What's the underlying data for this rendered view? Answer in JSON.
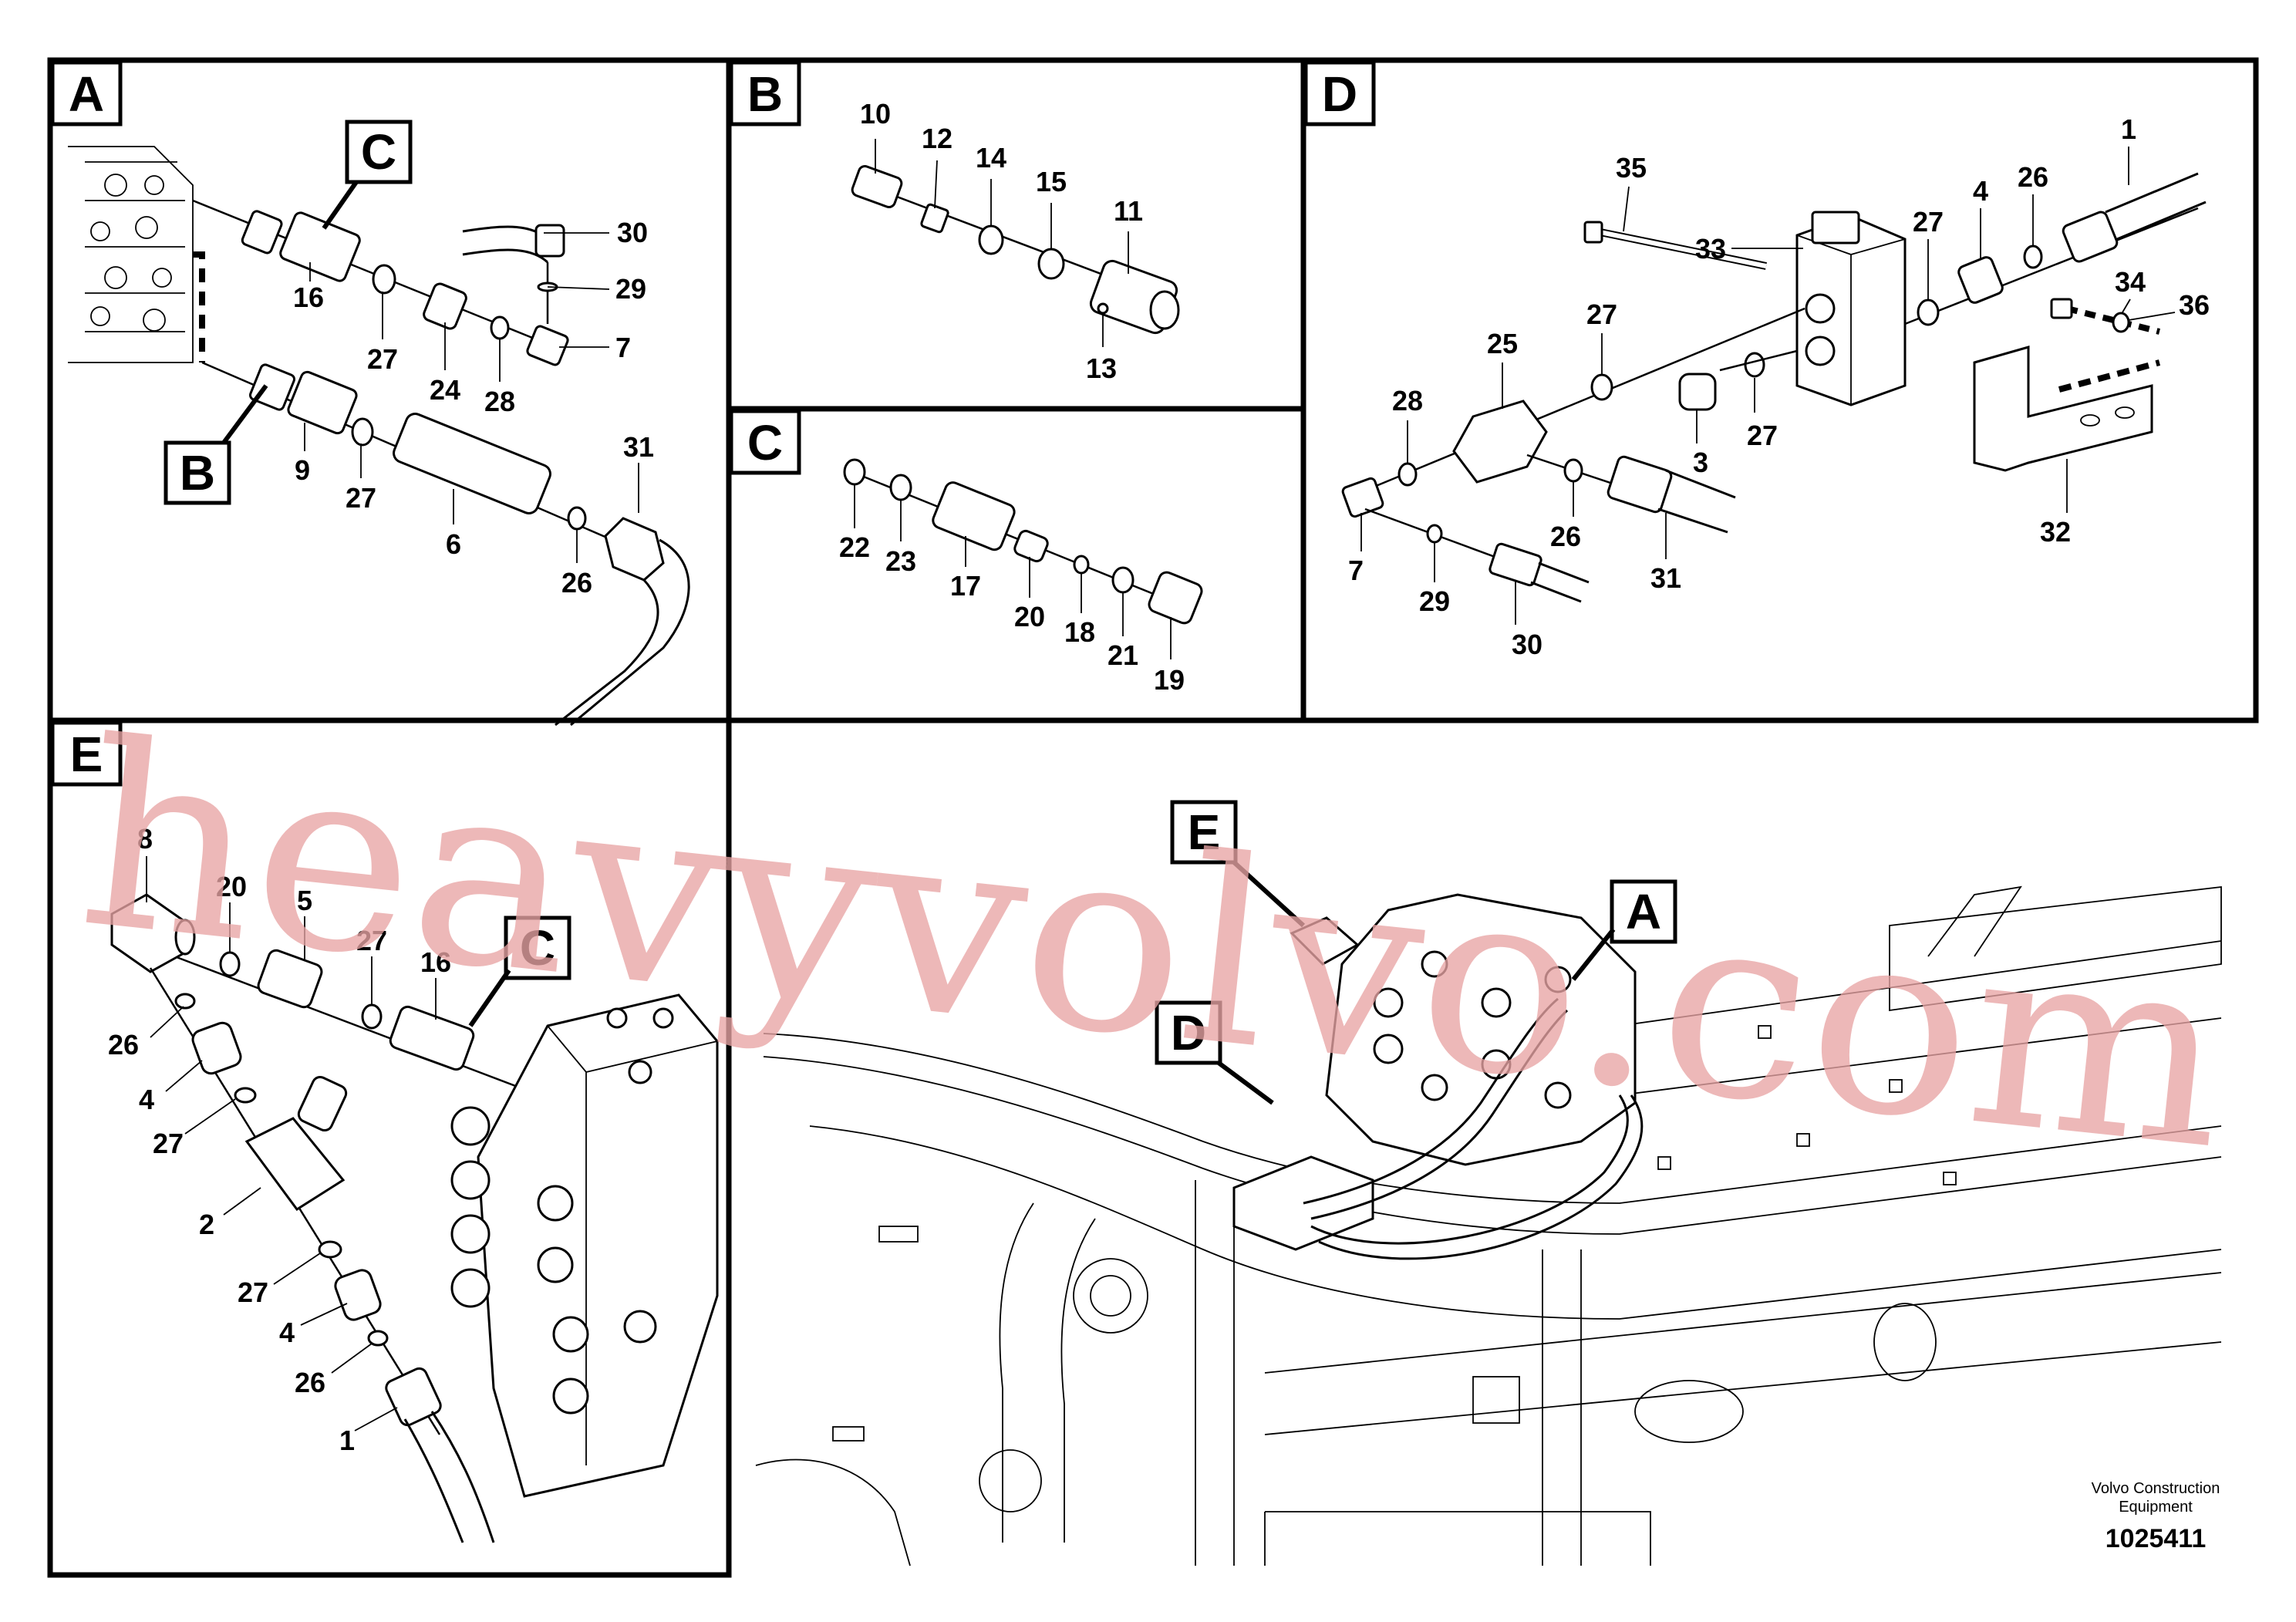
{
  "panels": {
    "A": {
      "tag": "A",
      "callouts": [
        "C",
        "B"
      ],
      "labels": [
        "30",
        "29",
        "7",
        "16",
        "27",
        "24",
        "28",
        "9",
        "27",
        "6",
        "26",
        "31"
      ]
    },
    "B": {
      "tag": "B",
      "labels": [
        "10",
        "12",
        "14",
        "15",
        "11",
        "13"
      ]
    },
    "C": {
      "tag": "C",
      "labels": [
        "22",
        "23",
        "17",
        "20",
        "18",
        "21",
        "19"
      ]
    },
    "D": {
      "tag": "D",
      "labels": [
        "35",
        "33",
        "1",
        "27",
        "4",
        "26",
        "34",
        "36",
        "27",
        "25",
        "28",
        "27",
        "3",
        "26",
        "31",
        "32",
        "7",
        "29",
        "30"
      ]
    },
    "E": {
      "tag": "E",
      "callouts": [
        "C"
      ],
      "labels": [
        "8",
        "20",
        "5",
        "27",
        "16",
        "26",
        "4",
        "27",
        "2",
        "27",
        "4",
        "26",
        "1"
      ]
    },
    "overview": {
      "callouts": [
        "E",
        "A",
        "D"
      ]
    }
  },
  "watermark": "heavyvolvo.com",
  "footer": {
    "company": "Volvo Construction Equipment",
    "company_line1": "Volvo Construction",
    "company_line2": "Equipment",
    "doc_number": "1025411"
  }
}
